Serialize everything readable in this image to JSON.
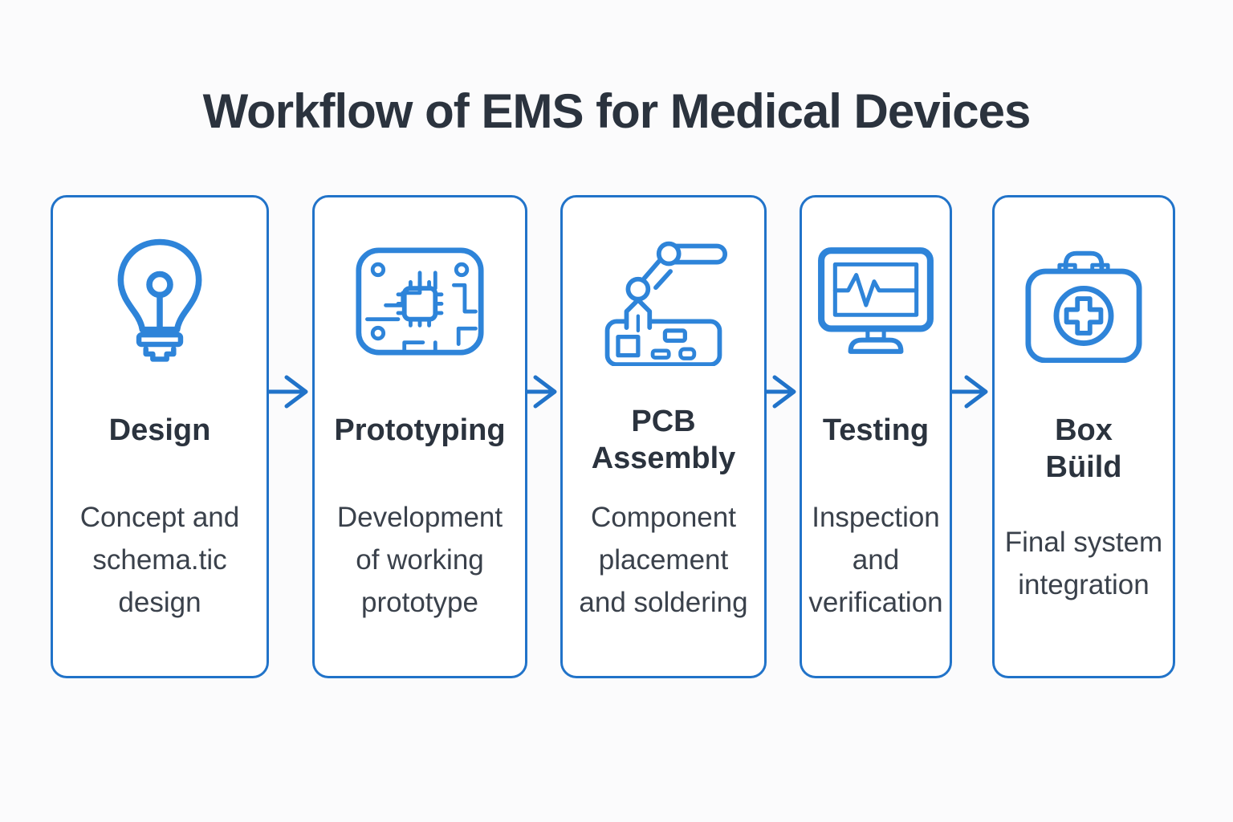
{
  "title": "Workflow of EMS for Medical Devices",
  "colors": {
    "card_border_blue": "#2173c9",
    "icon_blue": "#2e84d9",
    "arrow_blue": "#2173c9",
    "heading_text": "#2b333e",
    "body_text": "#3a414b",
    "background": "#fbfbfc",
    "card_background": "#ffffff"
  },
  "steps": [
    {
      "icon": "lightbulb-icon",
      "title": "Design",
      "description": "Concept and\nschema.tic\ndesign"
    },
    {
      "icon": "circuit-board-icon",
      "title": "Prototyping",
      "description": "Development\nof working\nprototype"
    },
    {
      "icon": "pick-and-place-robot-icon",
      "title": "PCB\nAssembly",
      "description": "Component\nplacement\nand soldering"
    },
    {
      "icon": "monitor-waveform-icon",
      "title": "Testing",
      "description": "Inspection\nand\nverification"
    },
    {
      "icon": "first-aid-box-icon",
      "title": "Box\nBüild",
      "description": "Final system\nintegration"
    }
  ],
  "arrows": {
    "icon": "arrow-right-icon",
    "count": 4
  }
}
